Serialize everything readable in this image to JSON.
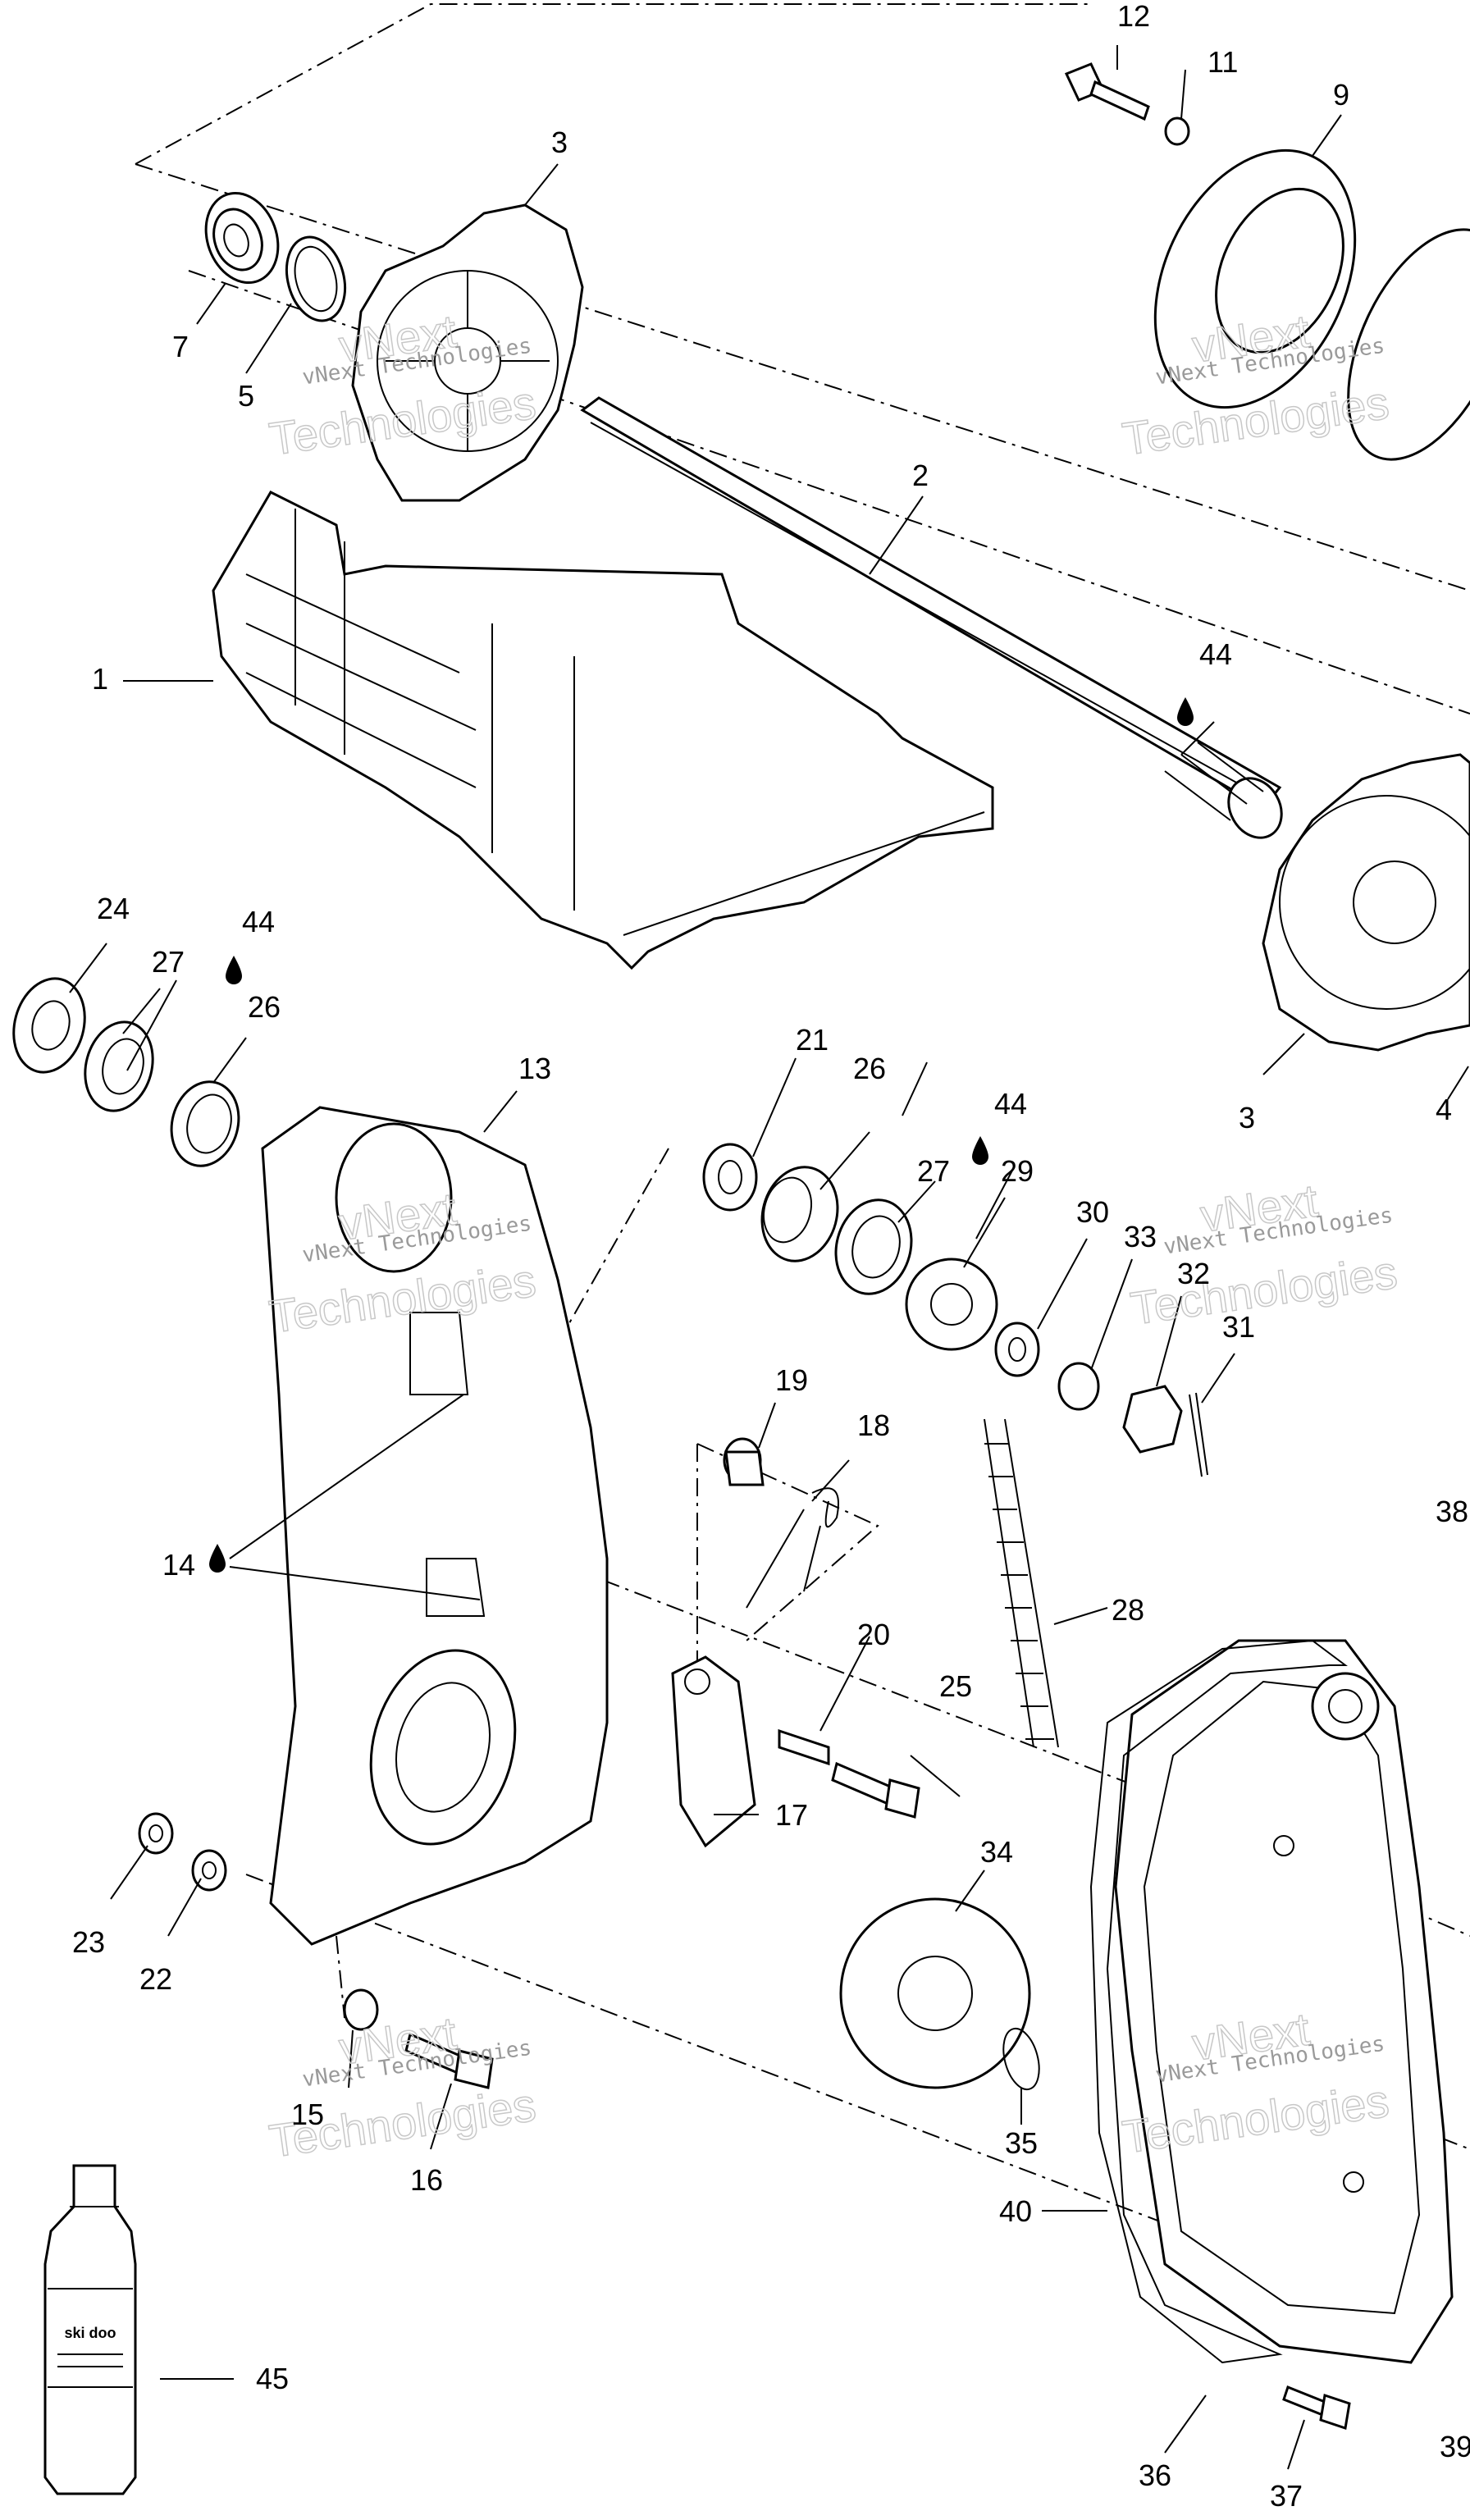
{
  "watermark": {
    "small": "vNext Technologies",
    "big_line1": "vNext",
    "big_line2": "Technologies"
  },
  "callouts": [
    "1",
    "2",
    "3",
    "3",
    "4",
    "5",
    "7",
    "9",
    "11",
    "12",
    "13",
    "14",
    "15",
    "16",
    "17",
    "18",
    "19",
    "20",
    "21",
    "22",
    "23",
    "24",
    "25",
    "26",
    "26",
    "27",
    "27",
    "28",
    "29",
    "30",
    "31",
    "32",
    "33",
    "34",
    "35",
    "36",
    "37",
    "38",
    "39",
    "40",
    "44",
    "44",
    "44",
    "45"
  ],
  "bottle_label": "ski doo",
  "colors": {
    "line": "#000000",
    "watermark": "#9a9a9a",
    "background": "#ffffff"
  }
}
